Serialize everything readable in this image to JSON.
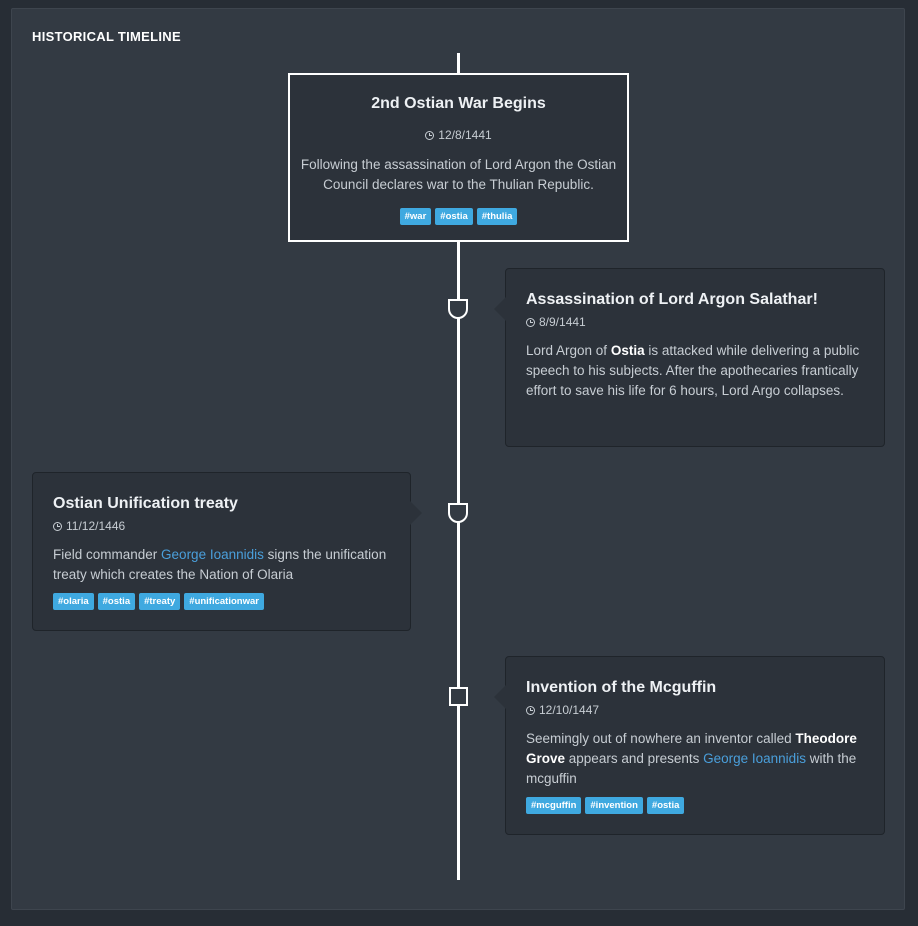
{
  "header": {
    "title": "HISTORICAL TIMELINE"
  },
  "events": [
    {
      "title": "2nd Ostian War Begins",
      "date": "12/8/1441",
      "description": "Following the assassination of Lord Argon the Ostian Council declares war to the Thulian Republic.",
      "tags": [
        "#war",
        "#ostia",
        "#thulia"
      ]
    },
    {
      "title": "Assassination of Lord Argon Salathar!",
      "date": "8/9/1441",
      "desc_parts": [
        "Lord Argon of ",
        "Ostia",
        " is attacked while delivering a public speech to his subjects. After the apothecaries frantically effort to save his life for 6 hours, Lord Argo collapses."
      ],
      "tags": []
    },
    {
      "title": "Ostian Unification treaty",
      "date": "11/12/1446",
      "desc_parts": [
        "Field commander ",
        "George Ioannidis",
        " signs the unification treaty which creates the Nation of Olaria"
      ],
      "tags": [
        "#olaria",
        "#ostia",
        "#treaty",
        "#unificationwar"
      ]
    },
    {
      "title": "Invention of the Mcguffin",
      "date": "12/10/1447",
      "desc_parts": [
        "Seemingly out of nowhere an inventor called ",
        "Theodore Grove",
        " appears and presents ",
        "George Ioannidis",
        " with the mcguffin"
      ],
      "tags": [
        "#mcguffin",
        "#invention",
        "#ostia"
      ]
    }
  ],
  "icons": {
    "date": "clock-icon",
    "marker_shield": "shield-marker-icon",
    "marker_square": "square-marker-icon"
  },
  "colors": {
    "accent": "#3fa9e0",
    "link": "#4a9fdb",
    "line": "#ffffff"
  }
}
